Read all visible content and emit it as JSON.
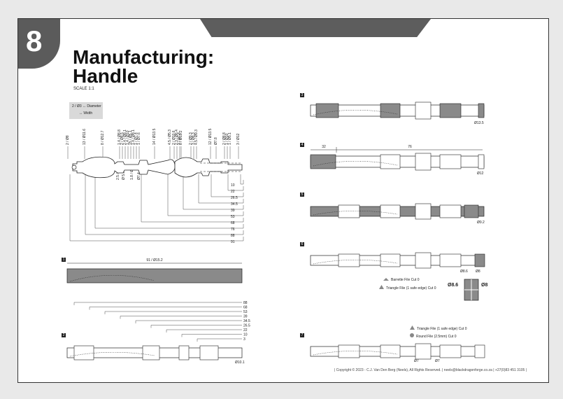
{
  "chapter": "8",
  "title_line1": "Manufacturing:",
  "title_line2": "Handle",
  "scale": "SCALE 1:1",
  "legend": {
    "diameter": "Diameter",
    "width": "Width",
    "diameter_icon": "diameter-arrow-icon",
    "width_icon": "width-arrow-icon"
  },
  "top_dims": [
    "2 / Ø8",
    "13 / Ø11.6",
    "8 / Ø12.7",
    "1.4 / Ø8.8",
    "2 / Ø8.5",
    "2.4 / Ø8.1",
    "1.4 / Ø10",
    "15 / Ø5.1",
    "1.4 / Ø8.1",
    "1 / Ø7.4",
    "1 / Ø7.6",
    "14 / Ø13.5",
    "4.5 / Ø5.3",
    "2 / Ø10.6",
    "2.3 / Ø6.4",
    "3 / Ø7.8",
    "8 / Ø15.2",
    "2 / Ø9.3",
    "3 / Ø8.3",
    "4.5 / Ø9.3",
    "12 / Ø13.5",
    "Ø7.8",
    "2 / Ø8.8",
    "1 / Ø10",
    "1 / Ø5.1",
    "3 / Ø12"
  ],
  "low_dims": [
    "2.5 / Ø6",
    "Ø 5.8",
    "1.8 / Ø6.1",
    "Ø7.4"
  ],
  "right_scale": [
    "10",
    "22",
    "26.5",
    "34.5",
    "39",
    "53",
    "68",
    "76",
    "88",
    "91"
  ],
  "step1": {
    "num": "1",
    "dim": "91 / Ø15.2"
  },
  "step2": {
    "num": "2",
    "scale": [
      "88",
      "68",
      "53",
      "39",
      "34.5",
      "26.5",
      "22",
      "10",
      "3"
    ],
    "dia": "Ø10.1"
  },
  "step3": {
    "num": "3",
    "dia": "Ø13.5"
  },
  "step4": {
    "num": "4",
    "d1": "32",
    "d2": "76",
    "dia": "Ø12"
  },
  "step5": {
    "num": "5",
    "dia": "Ø9.2"
  },
  "step6": {
    "num": "6",
    "dia_a": "Ø8.6",
    "dia_b": "Ø8",
    "barrette": "Barrette File Cut 0",
    "triangle": "Triangle File (1 safe edge) Cut 0",
    "big_a": "Ø8.6",
    "big_b": "Ø8"
  },
  "step7": {
    "num": "7",
    "triangle": "Triangle File (1 safe edge) Cut 0",
    "round": "Round File (2.5mm) Cut 0",
    "dia_a": "Ø7",
    "dia_b": "Ø7"
  },
  "footer": "|  Copyright © 2023 - C.J. Van Den Berg (Neels), All Rights Reserved.   |  neels@blackdragonforge.co.za  |  +27(0)83 451 3105  |",
  "colors": {
    "dark": "#5d5d5d",
    "shade": "#8a8a8a",
    "light": "#d9d9d9"
  }
}
